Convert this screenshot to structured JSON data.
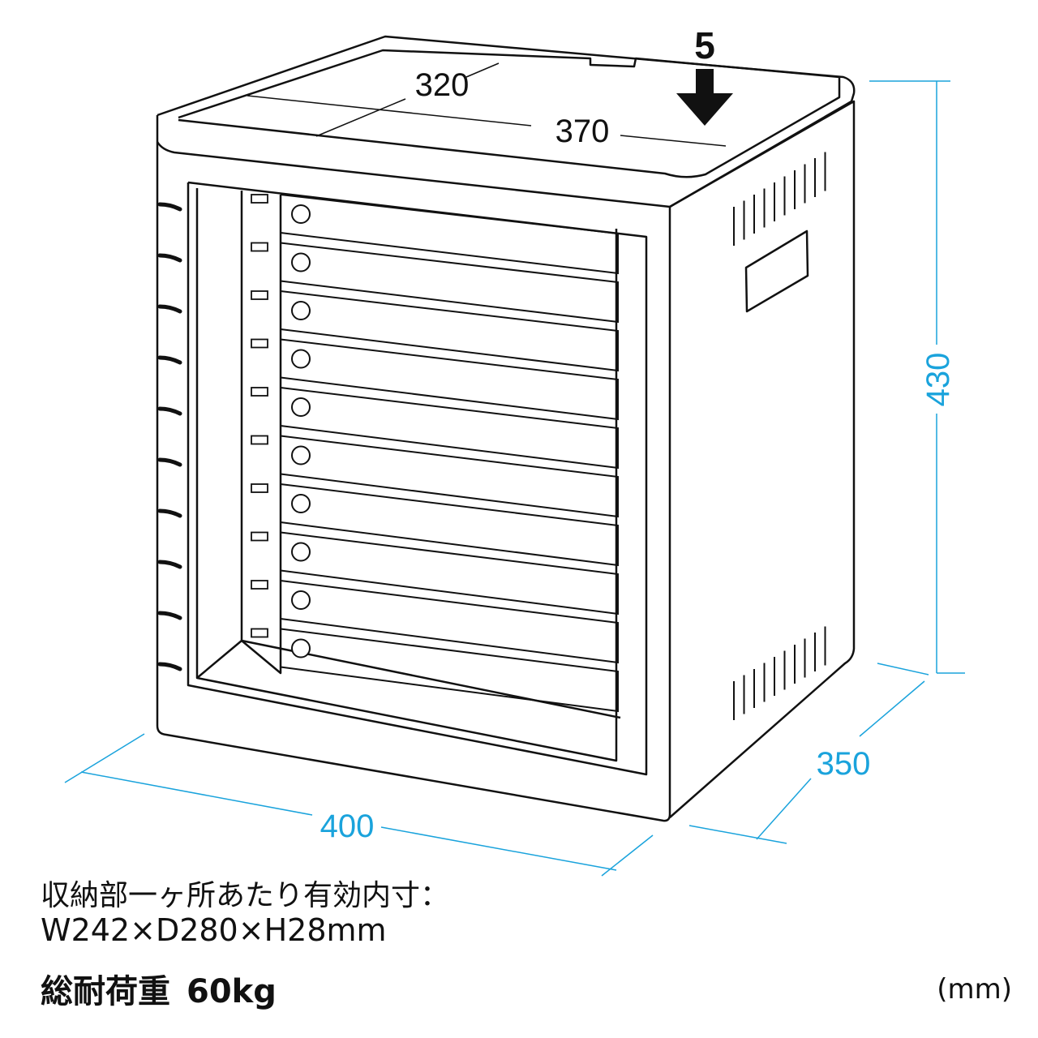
{
  "dimensions": {
    "width": "400",
    "depth": "350",
    "height": "430",
    "inner_depth": "320",
    "inner_width": "370",
    "top_load": "5"
  },
  "info": {
    "capacity_label": "収納部一ヶ所あたり有効内寸：",
    "capacity_value": "W242×D280×H28mm",
    "load_label": "総耐荷重",
    "load_value": "60kg",
    "unit": "(mm)"
  },
  "shelves": {
    "count": 10
  },
  "colors": {
    "dimension": "#1aa3dc",
    "outline": "#111111"
  }
}
